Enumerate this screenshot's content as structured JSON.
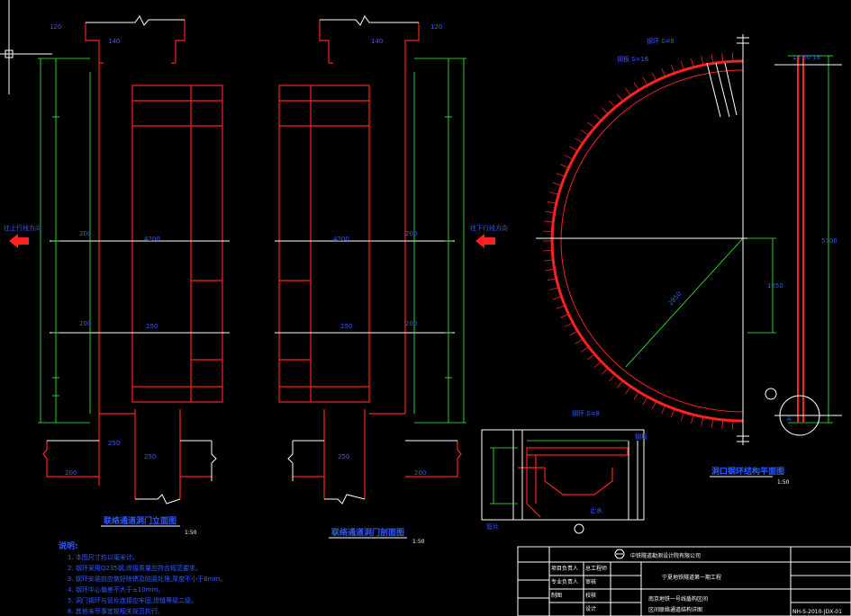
{
  "company": "中铁隧道勘测设计院有限公司",
  "project": "宁夏地铁隧道第一期工程",
  "drawing_title_1": "南京地铁一号线盾构区间",
  "drawing_title_2": "区间联络通道结构详图",
  "drawing_number": "NH-S-2010-JDX-01",
  "left_view_title": "联络通道洞门立面图",
  "middle_view_title": "联络通道洞门剖面图",
  "ring_view_title": "洞口钢环结构平面图",
  "scale_label": "1:50",
  "notes_heading": "说明:",
  "notes": [
    "1. 本图尺寸均以毫米计。",
    "2. 钢环采用Q235钢,焊接质量应符合规范要求。",
    "3. 钢环安装前应做好除锈及防腐处理,厚度不小于8mm。",
    "4. 钢环中心偏差不大于±10mm。",
    "5. 洞门钢环与管片连接应牢固,焊缝等级二级。",
    "6. 其他未尽事宜按相关规范执行。"
  ],
  "direction_left": "往上行线方向",
  "direction_right": "往下行线方向",
  "title_block_labels": [
    "总工程师",
    "审核",
    "校核",
    "设计",
    "制图",
    "项目负责人",
    "专业负责人"
  ],
  "colors": {
    "structure": "#ff2020",
    "dimension": "#33ff33",
    "text": "#2f5bff",
    "line": "#ffffff"
  }
}
